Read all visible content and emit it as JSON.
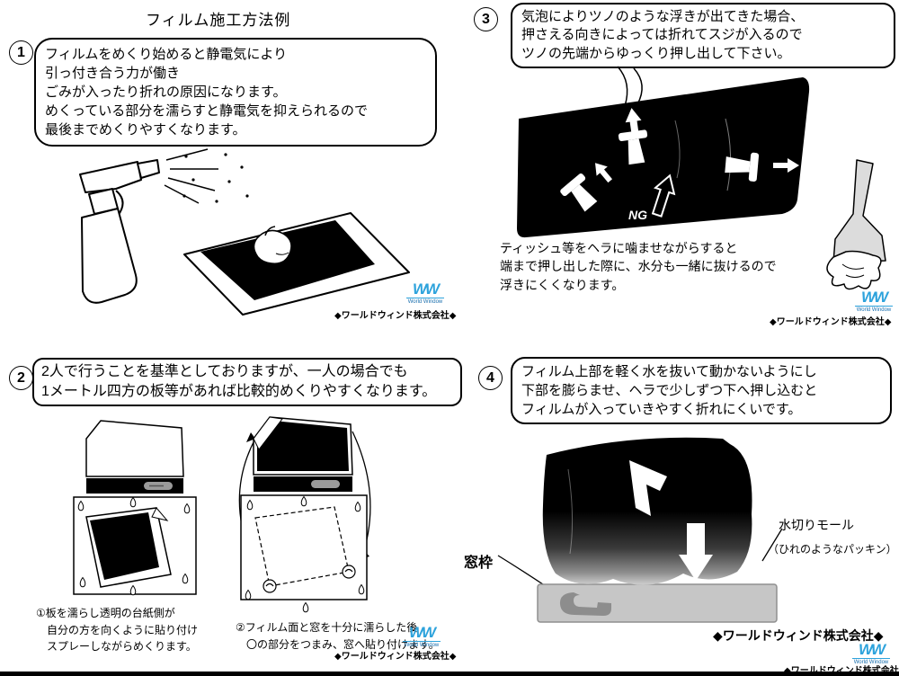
{
  "ui_colors": {
    "ink": "#000000",
    "logo_blue": "#2ea3dc",
    "logo_dark_blue": "#1a6fae",
    "metal_gray": "#c6c6c6"
  },
  "page": {
    "title": "フィルム施工方法例",
    "company": "◆ワールドウィンド株式会社◆"
  },
  "logo": {
    "letters": "WW",
    "subtitle": "World Window"
  },
  "sections": {
    "s1": {
      "number": "1",
      "lines": [
        "フィルムをめくり始めると静電気により",
        "引っ付き合う力が働き",
        "ごみが入ったり折れの原因になります。",
        "めくっている部分を濡らすと静電気を抑えられるので",
        "最後までめくりやすくなります。"
      ]
    },
    "s2": {
      "number": "2",
      "lines": [
        "2人で行うことを基準としておりますが、一人の場合でも",
        "1メートル四方の板等があれば比較的めくりやすくなります。"
      ],
      "caption1": [
        "①板を濡らし透明の台紙側が",
        "　自分の方を向くように貼り付け",
        "　スプレーしながらめくります。"
      ],
      "caption2": [
        "②フィルム面と窓を十分に濡らした後",
        "　〇の部分をつまみ、窓へ貼り付けます。"
      ]
    },
    "s3": {
      "number": "3",
      "lines": [
        "気泡によりツノのような浮きが出てきた場合、",
        "押さえる向きによっては折れてスジが入るので",
        "ツノの先端からゆっくり押し出して下さい。"
      ],
      "ng_label": "NG",
      "note": [
        "ティッシュ等をヘラに噛ませながらすると",
        "端まで押し出した際に、水分も一緒に抜けるので",
        "浮きにくくなります。"
      ]
    },
    "s4": {
      "number": "4",
      "lines": [
        "フィルム上部を軽く水を抜いて動かないようにし",
        "下部を膨らませ、ヘラで少しずつ下へ押し込むと",
        "フィルムが入っていきやすく折れにくいです。"
      ],
      "label_window_frame": "窓枠",
      "label_drip_molding": "水切りモール",
      "label_drip_molding_note": "（ひれのようなパッキン）"
    }
  }
}
